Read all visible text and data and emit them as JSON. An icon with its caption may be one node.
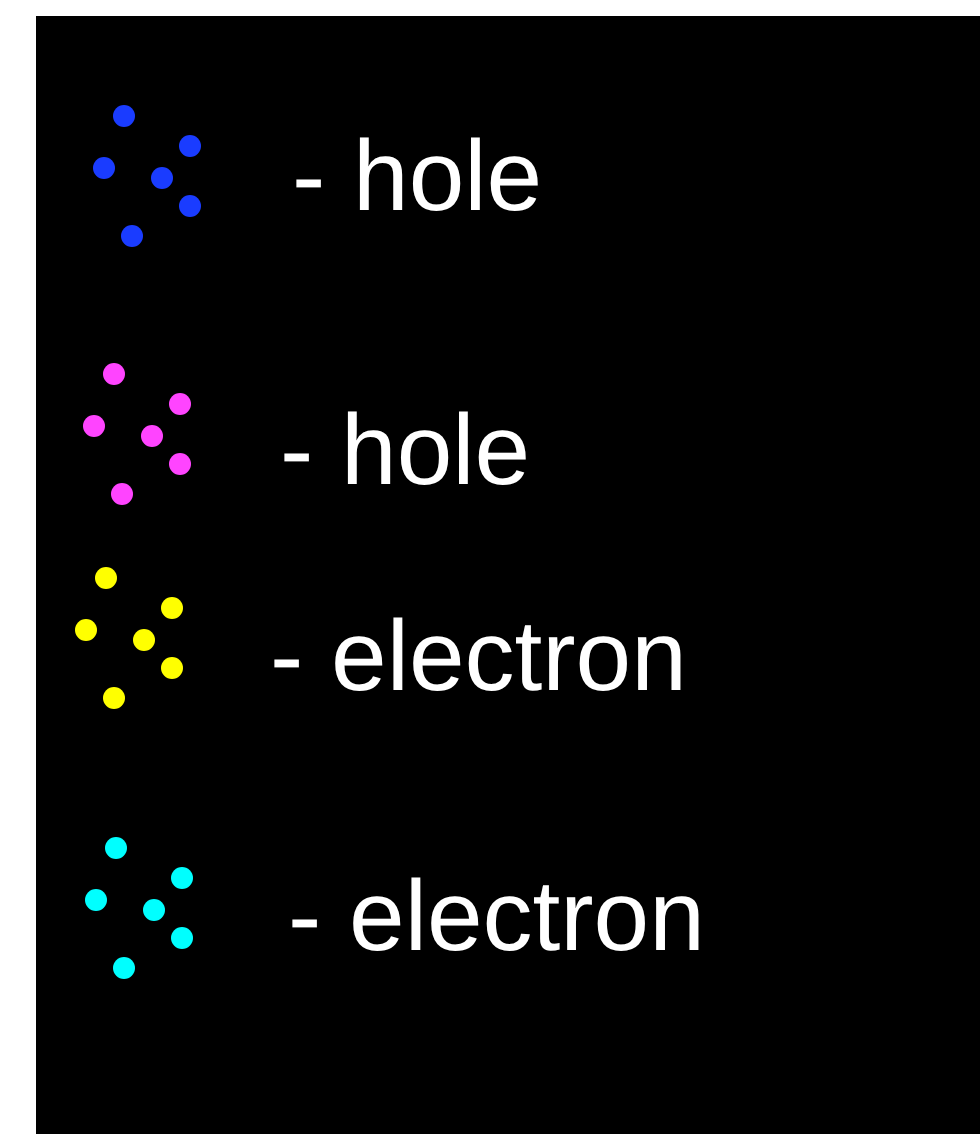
{
  "diagram": {
    "legend": [
      {
        "text": "- hole",
        "color": "#1a3cff"
      },
      {
        "text": "- hole",
        "color": "#ff44ff"
      },
      {
        "text": "- electron",
        "color": "#ffff00"
      },
      {
        "text": "- electron",
        "color": "#00ffff"
      }
    ]
  }
}
